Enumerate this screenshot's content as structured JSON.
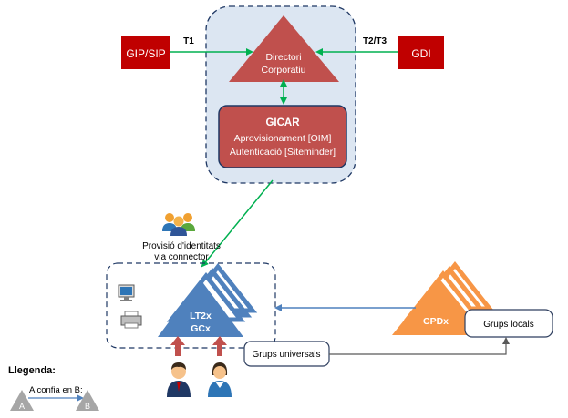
{
  "nodes": {
    "gip_sip": "GIP/SIP",
    "gdi": "GDI",
    "directori_line1": "Directori",
    "directori_line2": "Corporatiu",
    "gicar_title": "GICAR",
    "gicar_line1": "Aprovisionament [OIM]",
    "gicar_line2": "Autenticació [Siteminder]",
    "lt2x_line1": "LT2x",
    "lt2x_line2": "GCx",
    "cpdx": "CPDx",
    "grups_locals": "Grups locals",
    "grups_universals": "Grups universals"
  },
  "edges": {
    "t1": "T1",
    "t2t3": "T2/T3"
  },
  "provisio": {
    "line1": "Provisió d'identitats",
    "line2": "via connector"
  },
  "legend": {
    "title": "Llegenda:",
    "text": "A confia en B:",
    "a": "A",
    "b": "B"
  },
  "colors": {
    "red": "#c00000",
    "red_box": "#c0504d",
    "blue": "#4f81bd",
    "orange": "#f79646",
    "green": "#00b050",
    "panel": "#dce6f2",
    "dash": "#1f3864"
  }
}
